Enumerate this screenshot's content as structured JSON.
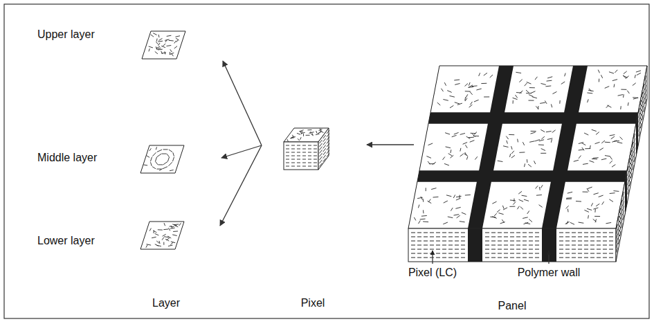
{
  "diagram": {
    "labels": [
      "Upper layer",
      "Middle layer",
      "Lower layer",
      "Pixel (LC)",
      "Polymer wall",
      "Layer",
      "Pixel",
      "Panel"
    ]
  }
}
